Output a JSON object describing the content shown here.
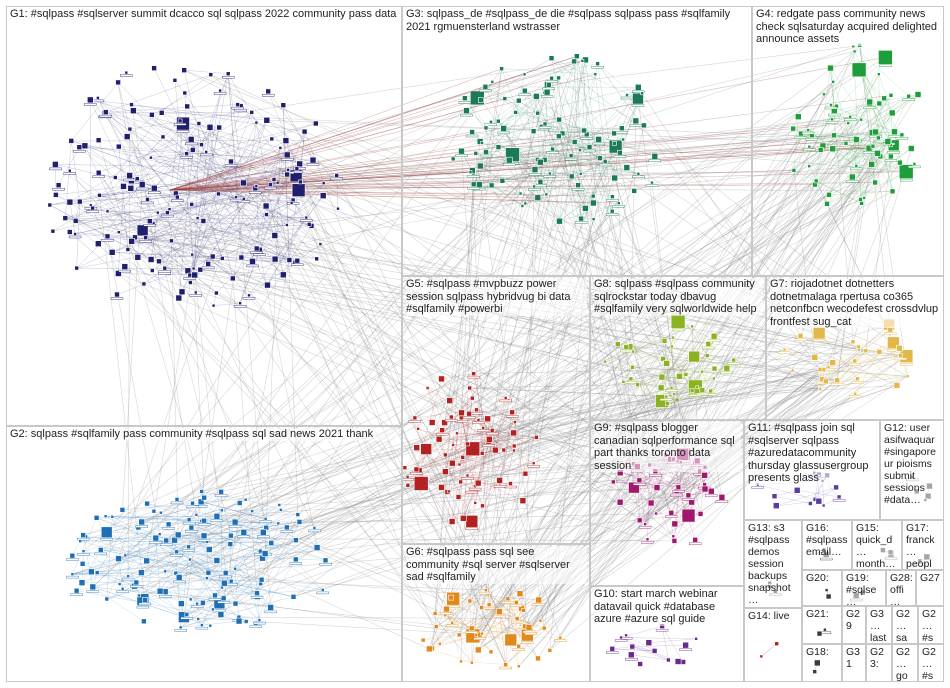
{
  "groups": [
    {
      "id": "G1",
      "label": "G1: #sqlpass #sqlserver summit dcacco sql sqlpass 2022 community pass data",
      "color": "#1f1f6e"
    },
    {
      "id": "G2",
      "label": "G2: sqlpass #sqlfamily pass community #sqlpass sql sad news 2021 thank",
      "color": "#1f6fb4"
    },
    {
      "id": "G3",
      "label": "G3: sqlpass_de #sqlpass_de die #sqlpass sqlpass pass #sqlfamily 2021 rgmuensterland wstrasser",
      "color": "#1d7a57"
    },
    {
      "id": "G4",
      "label": "G4: redgate pass community news check sqlsaturday acquired delighted announce assets",
      "color": "#1e9e3a"
    },
    {
      "id": "G5",
      "label": "G5: #sqlpass #mvpbuzz power session sqlpass hybridvug bi data #sqlfamily #powerbi",
      "color": "#b22222"
    },
    {
      "id": "G6",
      "label": "G6: #sqlpass pass sql see community #sql server #sqlserver sad #sqlfamily",
      "color": "#e08a1e"
    },
    {
      "id": "G7",
      "label": "G7: riojadotnet dotnetters dotnetmalaga rpertusa co365 netconfbcn wecodefest crossdvlup frontfest sug_cat",
      "color": "#e3b84a"
    },
    {
      "id": "G8",
      "label": "G8: sqlpass #sqlpass community sqlrockstar today dbavug #sqlfamily very sqlworldwide help",
      "color": "#8bb321"
    },
    {
      "id": "G9",
      "label": "G9: #sqlpass blogger canadian sqlperformance sql part thanks toronto data session",
      "color": "#a0176b"
    },
    {
      "id": "G10",
      "label": "G10: start march webinar datavail quick #database azure #azure sql guide",
      "color": "#6a2a8c"
    },
    {
      "id": "G11",
      "label": "G11: #sqlpass join sql #sqlserver sqlpass #azuredatacommunity thursday glassusergroup presents glass",
      "color": "#5a3b9e"
    },
    {
      "id": "G12",
      "label": "G12: user asifwaquar #singapore ur pioisms submit sessions #data…",
      "color": "#3a3a3a"
    },
    {
      "id": "G13",
      "label": "G13: s3 #sqlpass demos session backups snapshot…",
      "color": "#3a3a3a"
    },
    {
      "id": "G14",
      "label": "G14: live",
      "color": "#c02020"
    },
    {
      "id": "G15",
      "label": "G15: quick_d… month…",
      "color": "#3a3a3a"
    },
    {
      "id": "G16",
      "label": "G16: #sqlpass email…",
      "color": "#3a3a3a"
    },
    {
      "id": "G17",
      "label": "G17: franck… peopl…",
      "color": "#3a3a3a"
    },
    {
      "id": "G18",
      "label": "G18:",
      "color": "#3a3a3a"
    },
    {
      "id": "G19",
      "label": "G19: #sqlse…",
      "color": "#3a3a3a"
    },
    {
      "id": "G20",
      "label": "G20:",
      "color": "#3a3a3a"
    },
    {
      "id": "G21",
      "label": "G21:",
      "color": "#3a3a3a"
    },
    {
      "id": "G22",
      "label": "G2… sa…",
      "color": "#3a3a3a"
    },
    {
      "id": "G23",
      "label": "G23:",
      "color": "#3a3a3a"
    },
    {
      "id": "G24",
      "label": "G2… #s…",
      "color": "#3a3a3a"
    },
    {
      "id": "G25",
      "label": "G2… go…",
      "color": "#3a3a3a"
    },
    {
      "id": "G26",
      "label": "G2… #s…",
      "color": "#3a3a3a"
    },
    {
      "id": "G27",
      "label": "G27",
      "color": "#3a3a3a"
    },
    {
      "id": "G28",
      "label": "G28: offi…",
      "color": "#3a3a3a"
    },
    {
      "id": "G29",
      "label": "G29",
      "color": "#3a3a3a"
    },
    {
      "id": "G30",
      "label": "G3… last…",
      "color": "#3a3a3a"
    },
    {
      "id": "G31",
      "label": "G31",
      "color": "#3a3a3a"
    }
  ]
}
